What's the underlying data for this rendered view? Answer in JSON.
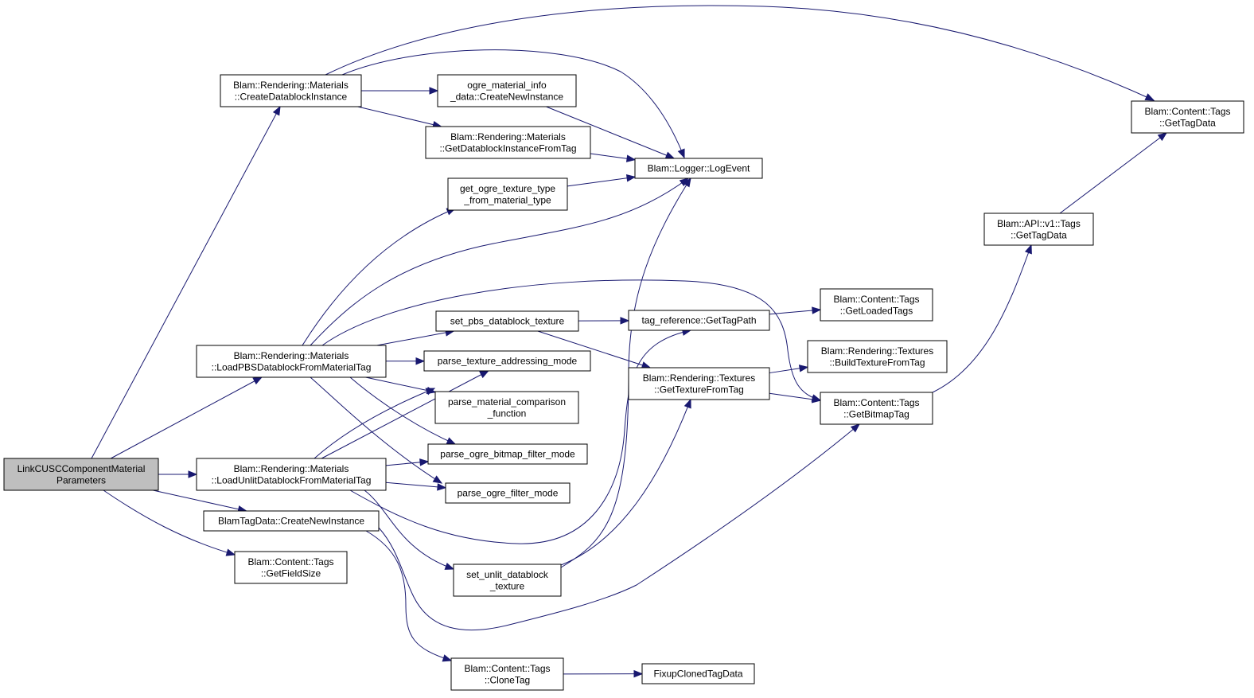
{
  "colors": {
    "edge": "#191970",
    "node_fill": "#ffffff",
    "root_fill": "#bfbfbf",
    "border": "#000000"
  },
  "nodes": [
    {
      "id": "root",
      "lines": [
        "LinkCUSCComponentMaterial",
        "Parameters"
      ],
      "root": true
    },
    {
      "id": "createDbi",
      "lines": [
        "Blam::Rendering::Materials",
        "::CreateDatablockInstance"
      ]
    },
    {
      "id": "loadPbs",
      "lines": [
        "Blam::Rendering::Materials",
        "::LoadPBSDatablockFromMaterialTag"
      ]
    },
    {
      "id": "loadUnlit",
      "lines": [
        "Blam::Rendering::Materials",
        "::LoadUnlitDatablockFromMaterialTag"
      ]
    },
    {
      "id": "btdCreate",
      "lines": [
        "BlamTagData::CreateNewInstance"
      ]
    },
    {
      "id": "fieldSize",
      "lines": [
        "Blam::Content::Tags",
        "::GetFieldSize"
      ]
    },
    {
      "id": "omiCreate",
      "lines": [
        "ogre_material_info",
        "_data::CreateNewInstance"
      ]
    },
    {
      "id": "getDbiTag",
      "lines": [
        "Blam::Rendering::Materials",
        "::GetDatablockInstanceFromTag"
      ]
    },
    {
      "id": "texType",
      "lines": [
        "get_ogre_texture_type",
        "_from_material_type"
      ]
    },
    {
      "id": "setPbs",
      "lines": [
        "set_pbs_datablock_texture"
      ]
    },
    {
      "id": "addrMode",
      "lines": [
        "parse_texture_addressing_mode"
      ]
    },
    {
      "id": "cmpFunc",
      "lines": [
        "parse_material_comparison",
        "_function"
      ]
    },
    {
      "id": "bmpFilter",
      "lines": [
        "parse_ogre_bitmap_filter_mode"
      ]
    },
    {
      "id": "filter",
      "lines": [
        "parse_ogre_filter_mode"
      ]
    },
    {
      "id": "setUnlit",
      "lines": [
        "set_unlit_datablock",
        "_texture"
      ]
    },
    {
      "id": "cloneTag",
      "lines": [
        "Blam::Content::Tags",
        "::CloneTag"
      ]
    },
    {
      "id": "logEvent",
      "lines": [
        "Blam::Logger::LogEvent"
      ]
    },
    {
      "id": "tagPath",
      "lines": [
        "tag_reference::GetTagPath"
      ]
    },
    {
      "id": "texFromTag",
      "lines": [
        "Blam::Rendering::Textures",
        "::GetTextureFromTag"
      ]
    },
    {
      "id": "fixup",
      "lines": [
        "FixupClonedTagData"
      ]
    },
    {
      "id": "loaded",
      "lines": [
        "Blam::Content::Tags",
        "::GetLoadedTags"
      ]
    },
    {
      "id": "buildTex",
      "lines": [
        "Blam::Rendering::Textures",
        "::BuildTextureFromTag"
      ]
    },
    {
      "id": "bitmapTag",
      "lines": [
        "Blam::Content::Tags",
        "::GetBitmapTag"
      ]
    },
    {
      "id": "apiTagData",
      "lines": [
        "Blam::API::v1::Tags",
        "::GetTagData"
      ]
    },
    {
      "id": "tagData",
      "lines": [
        "Blam::Content::Tags",
        "::GetTagData"
      ]
    }
  ],
  "edges": [
    [
      "root",
      "createDbi"
    ],
    [
      "root",
      "loadPbs"
    ],
    [
      "root",
      "loadUnlit"
    ],
    [
      "root",
      "btdCreate"
    ],
    [
      "root",
      "fieldSize"
    ],
    [
      "createDbi",
      "omiCreate"
    ],
    [
      "createDbi",
      "getDbiTag"
    ],
    [
      "createDbi",
      "logEvent"
    ],
    [
      "createDbi",
      "tagData"
    ],
    [
      "omiCreate",
      "logEvent"
    ],
    [
      "getDbiTag",
      "logEvent"
    ],
    [
      "texType",
      "logEvent"
    ],
    [
      "loadPbs",
      "texType"
    ],
    [
      "loadPbs",
      "logEvent"
    ],
    [
      "loadPbs",
      "bitmapTag"
    ],
    [
      "loadPbs",
      "setPbs"
    ],
    [
      "loadPbs",
      "addrMode"
    ],
    [
      "loadPbs",
      "cmpFunc"
    ],
    [
      "loadPbs",
      "bmpFilter"
    ],
    [
      "loadPbs",
      "filter"
    ],
    [
      "loadUnlit",
      "addrMode"
    ],
    [
      "loadUnlit",
      "cmpFunc"
    ],
    [
      "loadUnlit",
      "bmpFilter"
    ],
    [
      "loadUnlit",
      "filter"
    ],
    [
      "loadUnlit",
      "setUnlit"
    ],
    [
      "loadUnlit",
      "tagPath"
    ],
    [
      "setPbs",
      "tagPath"
    ],
    [
      "setPbs",
      "texFromTag"
    ],
    [
      "setUnlit",
      "logEvent"
    ],
    [
      "setUnlit",
      "texFromTag"
    ],
    [
      "btdCreate",
      "cloneTag"
    ],
    [
      "btdCreate",
      "bitmapTag"
    ],
    [
      "cloneTag",
      "fixup"
    ],
    [
      "tagPath",
      "loaded"
    ],
    [
      "texFromTag",
      "buildTex"
    ],
    [
      "texFromTag",
      "bitmapTag"
    ],
    [
      "bitmapTag",
      "apiTagData"
    ],
    [
      "apiTagData",
      "tagData"
    ]
  ]
}
